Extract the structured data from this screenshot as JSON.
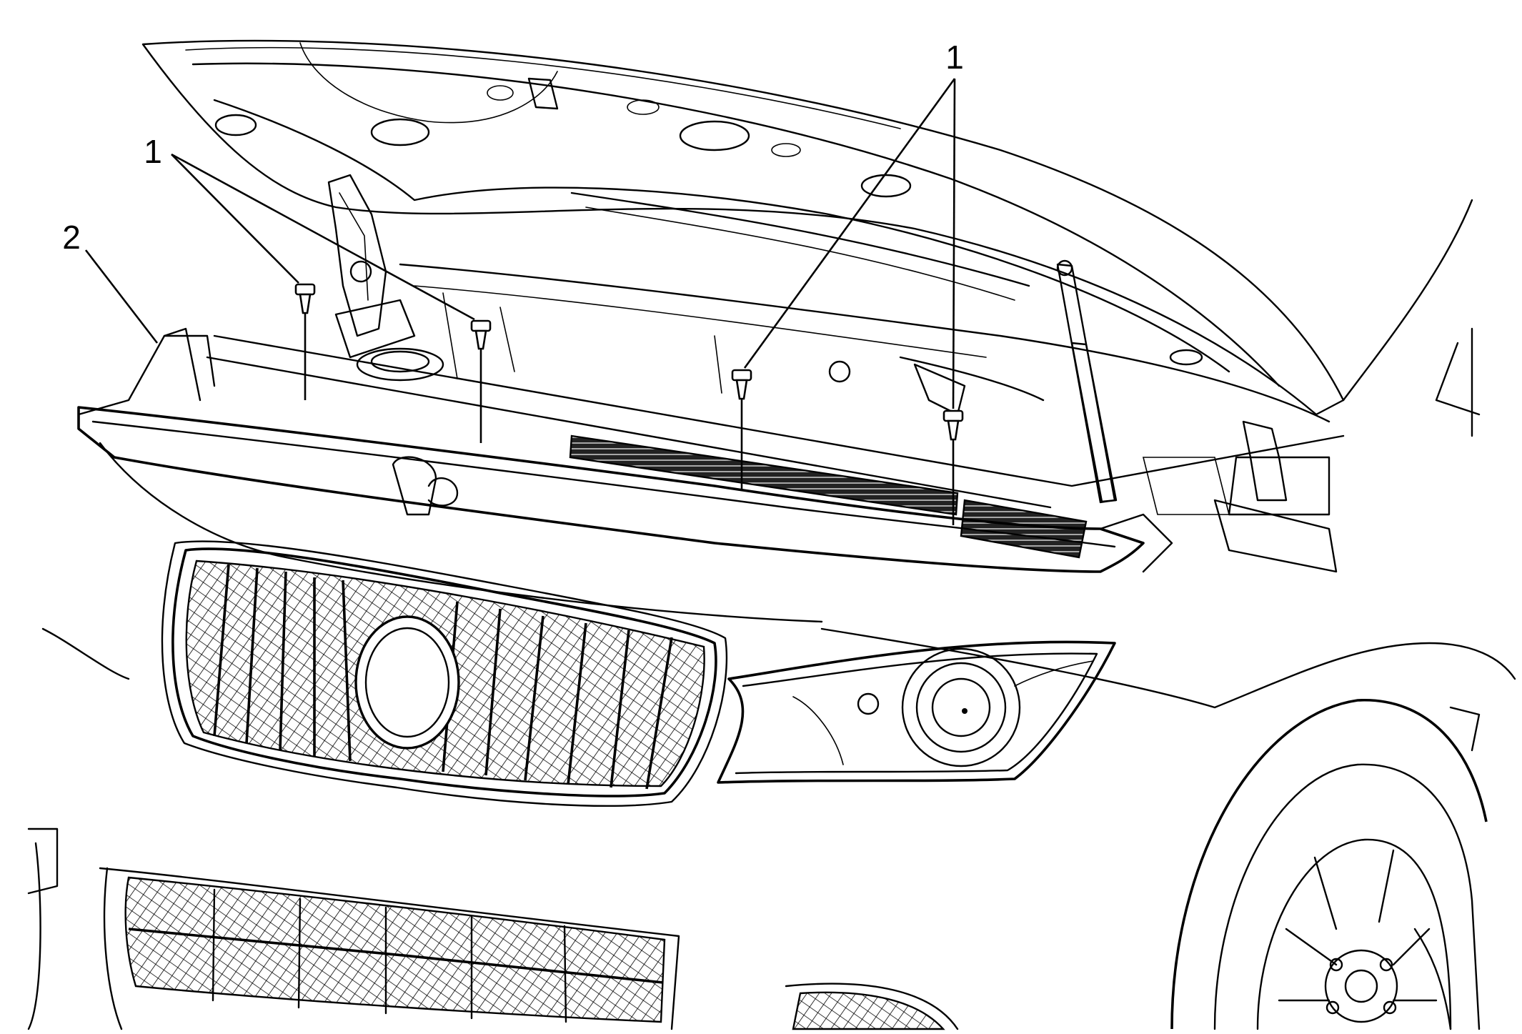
{
  "diagram": {
    "callouts": [
      {
        "id": "left-pair",
        "label": "1"
      },
      {
        "id": "right-pair",
        "label": "1"
      },
      {
        "id": "panel",
        "label": "2"
      }
    ]
  }
}
